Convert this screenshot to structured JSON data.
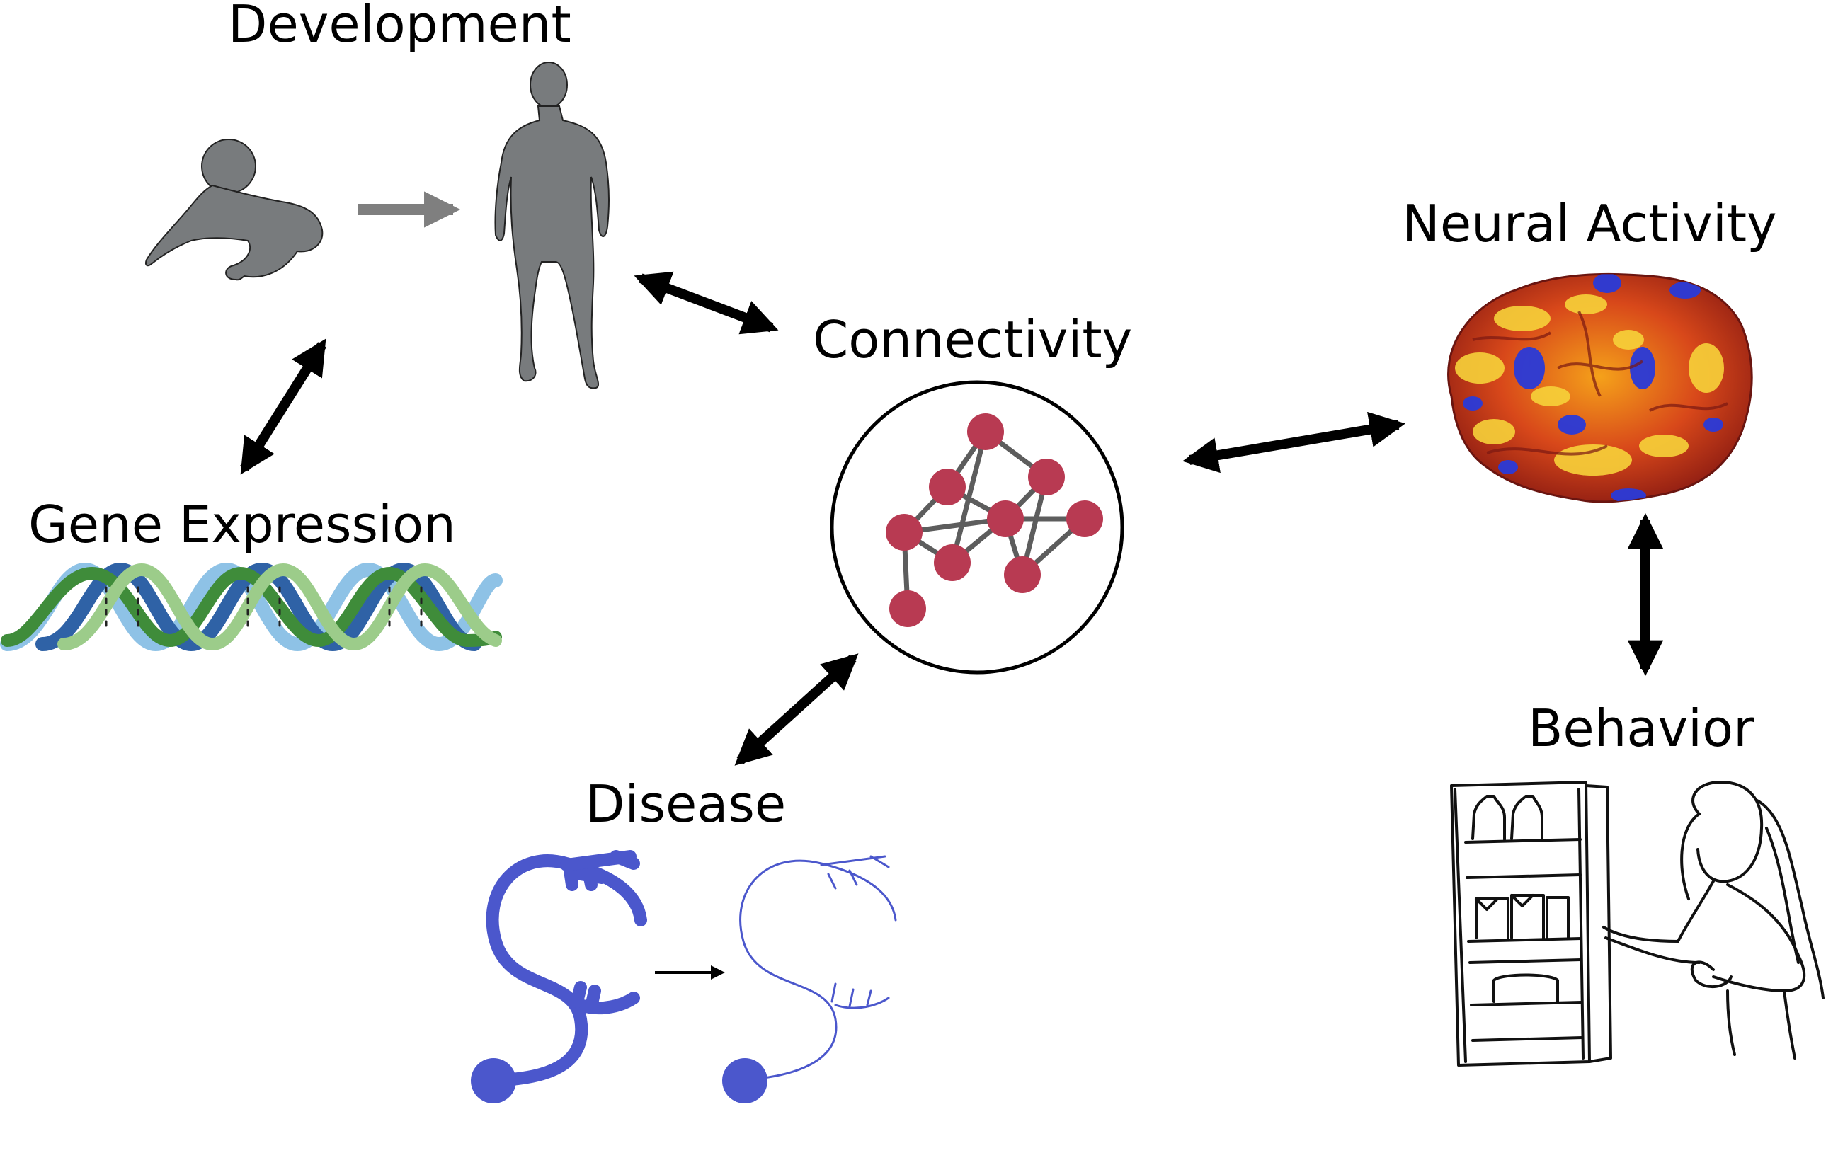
{
  "labels": {
    "development": "Development",
    "gene_expression": "Gene Expression",
    "connectivity": "Connectivity",
    "neural_activity": "Neural Activity",
    "behavior": "Behavior",
    "disease": "Disease"
  },
  "colors": {
    "silhouette": "#787b7d",
    "node": "#b83a52",
    "edge": "#5d5d5d",
    "neuron": "#4b57cc",
    "dna_light_blue": "#8ec2e6",
    "dna_dark_blue": "#2f62a6",
    "dna_dark_green": "#3f8c3a",
    "dna_light_green": "#9ccc8a",
    "arrow": "#000000",
    "growth_arrow": "#7f7f7f"
  },
  "icons": [
    "infant-icon",
    "adult-human-icon",
    "dna-helix-icon",
    "network-icon",
    "brain-activity-icon",
    "person-at-fridge-icon",
    "healthy-neuron-icon",
    "degenerated-neuron-icon"
  ]
}
